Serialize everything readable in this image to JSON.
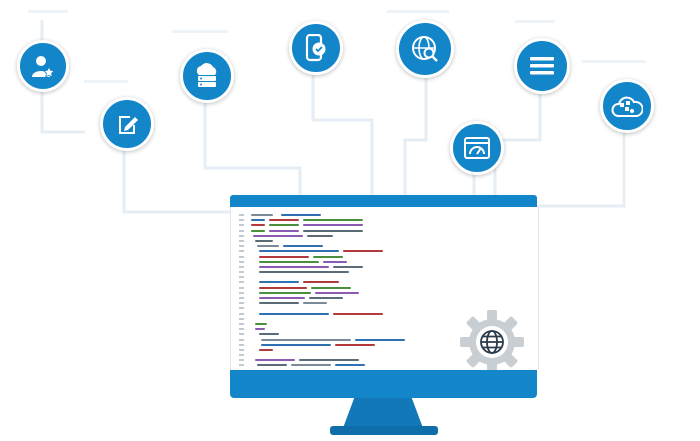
{
  "colors": {
    "accent": "#1385c9",
    "monitor_stand": "#0f6ea9",
    "connector": "#e5eef4",
    "gear": "#c9ced3"
  },
  "icons": [
    {
      "id": "user-star",
      "icon": "user-star-icon"
    },
    {
      "id": "edit-document",
      "icon": "edit-document-icon"
    },
    {
      "id": "cloud-server",
      "icon": "cloud-server-icon"
    },
    {
      "id": "mobile-check",
      "icon": "mobile-check-icon"
    },
    {
      "id": "globe-search",
      "icon": "globe-search-icon"
    },
    {
      "id": "dashboard-browser",
      "icon": "dashboard-browser-icon"
    },
    {
      "id": "menu-list",
      "icon": "menu-icon"
    },
    {
      "id": "cloud-social",
      "icon": "cloud-social-icon"
    }
  ],
  "monitor": {
    "center_badge": "gear-globe-icon"
  }
}
